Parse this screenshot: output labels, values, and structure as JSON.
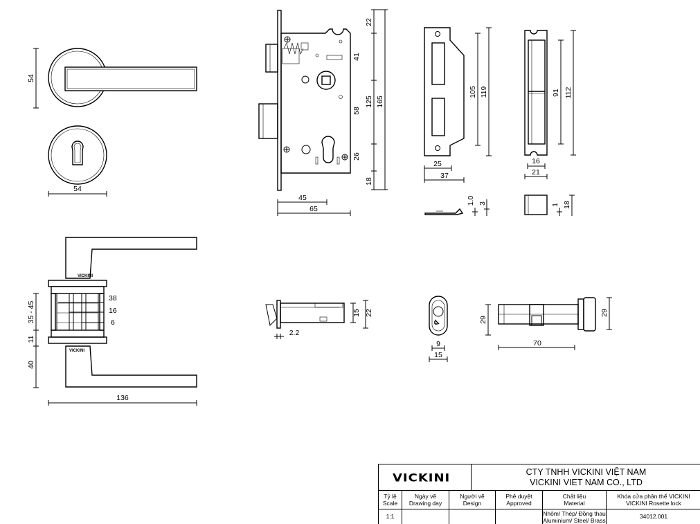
{
  "dimensions": {
    "rosette_height": "54",
    "rosette_width": "54",
    "lock_top": "22",
    "lock_upper": "41",
    "lock_mid": "58",
    "lock_lower": "26",
    "lock_bottom": "18",
    "lock_inner": "125",
    "lock_total": "165",
    "backset": "45",
    "case_width": "65",
    "strike_inner": "105",
    "strike_outer": "119",
    "strike_w1": "25",
    "strike_w2": "37",
    "strike_thk1": "1.0",
    "strike_thk2": "3",
    "box_inner": "91",
    "box_outer": "112",
    "box_w1": "16",
    "box_w2": "21",
    "box_t1": "1",
    "box_t2": "18",
    "door_range": "35 - 45",
    "side_11": "11",
    "side_40": "40",
    "spindle_38": "38",
    "spindle_16": "16",
    "spindle_6": "6",
    "lever_length": "136",
    "latch_15": "15",
    "latch_22": "22",
    "latch_22_offset": "2.2",
    "turn_9": "9",
    "turn_15": "15",
    "cyl_29_left": "29",
    "cyl_29_right": "29",
    "cyl_70": "70"
  },
  "lever_brand_top": "VICKINI",
  "lever_brand_bottom": "VICKINI",
  "title_block": {
    "logo": "VICKINI",
    "company_vi": "CTY TNHH VICKINI VIỆT NAM",
    "company_en": "VICKINI VIET NAM CO., LTD",
    "scale_head_vi": "Tỷ lệ",
    "scale_head_en": "Scale",
    "scale_value": "1:1",
    "date_head_vi": "Ngày vẽ",
    "date_head_en": "Drawing day",
    "design_head_vi": "Người vẽ",
    "design_head_en": "Design",
    "approved_head_vi": "Phê duyệt",
    "approved_head_en": "Approved",
    "material_head_vi": "Chất liệu",
    "material_head_en": "Material",
    "material_vi": "Nhôm/ Thép/ Đồng thau",
    "material_en": "Aluminium/ Steel/ Brass",
    "product_vi": "Khóa cửa phân thể VICKINI",
    "product_en": "VICKINI Rosette lock",
    "product_code": "34012.001"
  }
}
